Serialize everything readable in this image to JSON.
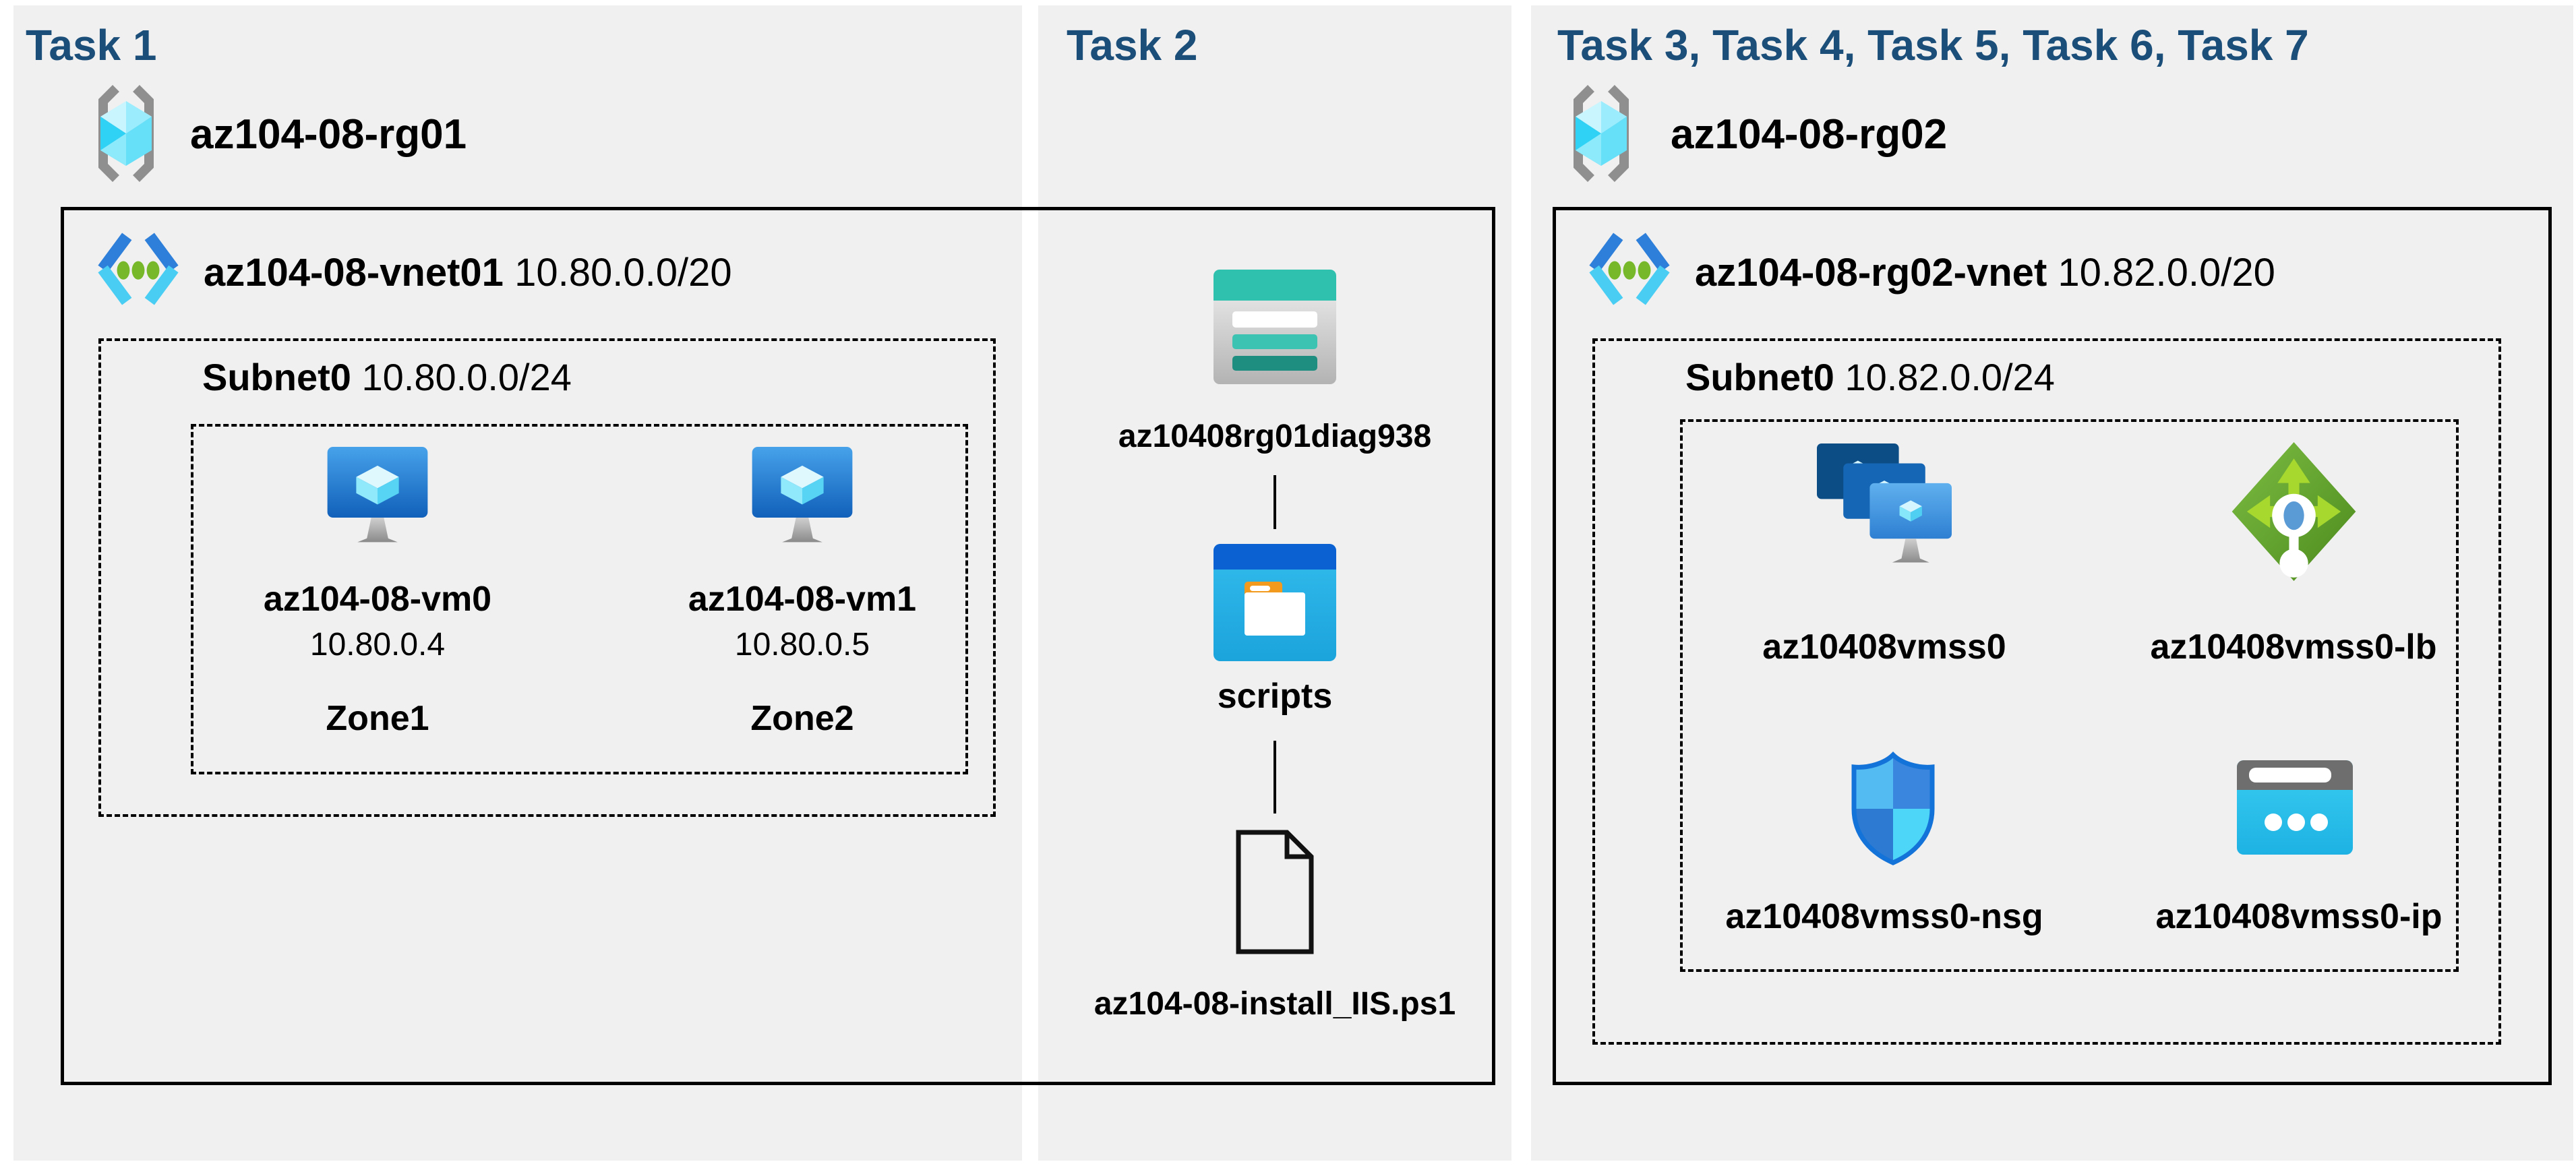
{
  "colors": {
    "page_bg": "#ffffff",
    "panel_bg": "#f0f0f1",
    "title_navy": "#1b4e79",
    "diagram_line": "#000000",
    "storage_teal": "#2fc0ae",
    "folder_blue": "#0b61d2",
    "vm_blue": "#1668c4",
    "lb_green": "#5a9e21",
    "nsg_blue": "#1473d8",
    "ip_cyan": "#2ec4ec"
  },
  "task1": {
    "title": "Task 1",
    "resource_group": "az104-08-rg01",
    "vnet_name": "az104-08-vnet01",
    "vnet_cidr": "10.80.0.0/20",
    "subnet_name": "Subnet0",
    "subnet_cidr": "10.80.0.0/24",
    "vms": [
      {
        "name": "az104-08-vm0",
        "ip": "10.80.0.4",
        "zone": "Zone1"
      },
      {
        "name": "az104-08-vm1",
        "ip": "10.80.0.5",
        "zone": "Zone2"
      }
    ]
  },
  "task2": {
    "title": "Task 2",
    "storage_account": "az10408rg01diag938",
    "container": "scripts",
    "file": "az104-08-install_IIS.ps1"
  },
  "task3": {
    "title": "Task 3, Task 4, Task 5, Task 6, Task 7",
    "resource_group": "az104-08-rg02",
    "vnet_name": "az104-08-rg02-vnet",
    "vnet_cidr": "10.82.0.0/20",
    "subnet_name": "Subnet0",
    "subnet_cidr": "10.82.0.0/24",
    "vmss": "az10408vmss0",
    "load_balancer": "az10408vmss0-lb",
    "nsg": "az10408vmss0-nsg",
    "public_ip": "az10408vmss0-ip"
  }
}
